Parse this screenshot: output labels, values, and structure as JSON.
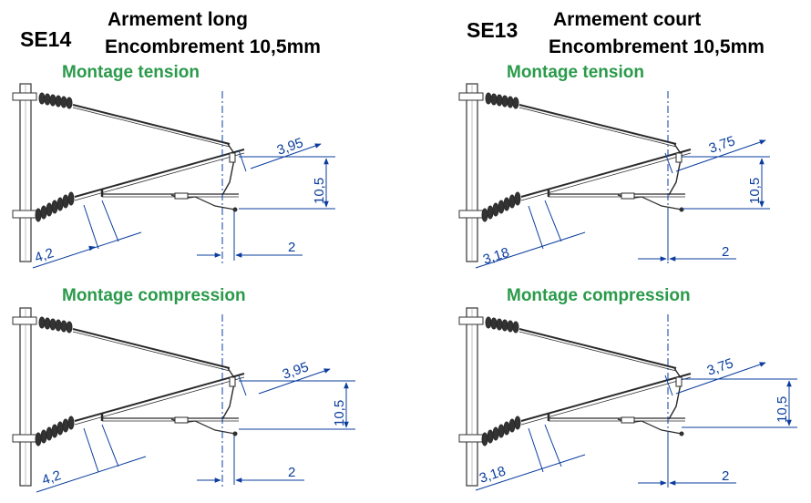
{
  "colors": {
    "heading": "#000000",
    "mode": "#2a9a4a",
    "dimension": "#0a3d9e",
    "line": "#2a2a2a"
  },
  "left": {
    "code": "SE14",
    "title_line1": "Armement long",
    "title_line2": "Encombrement 10,5mm",
    "tension": {
      "label": "Montage tension",
      "dim_a": "3,95",
      "dim_b": "10,5",
      "dim_c": "4,2",
      "dim_d": "2"
    },
    "compression": {
      "label": "Montage compression",
      "dim_a": "3,95",
      "dim_b": "10,5",
      "dim_c": "4,2",
      "dim_d": "2"
    }
  },
  "right": {
    "code": "SE13",
    "title_line1": "Armement court",
    "title_line2": "Encombrement 10,5mm",
    "tension": {
      "label": "Montage tension",
      "dim_a": "3,75",
      "dim_b": "10,5",
      "dim_c": "3,18",
      "dim_d": "2"
    },
    "compression": {
      "label": "Montage compression",
      "dim_a": "3,75",
      "dim_b": "10,5",
      "dim_c": "3,18",
      "dim_d": "2"
    }
  }
}
